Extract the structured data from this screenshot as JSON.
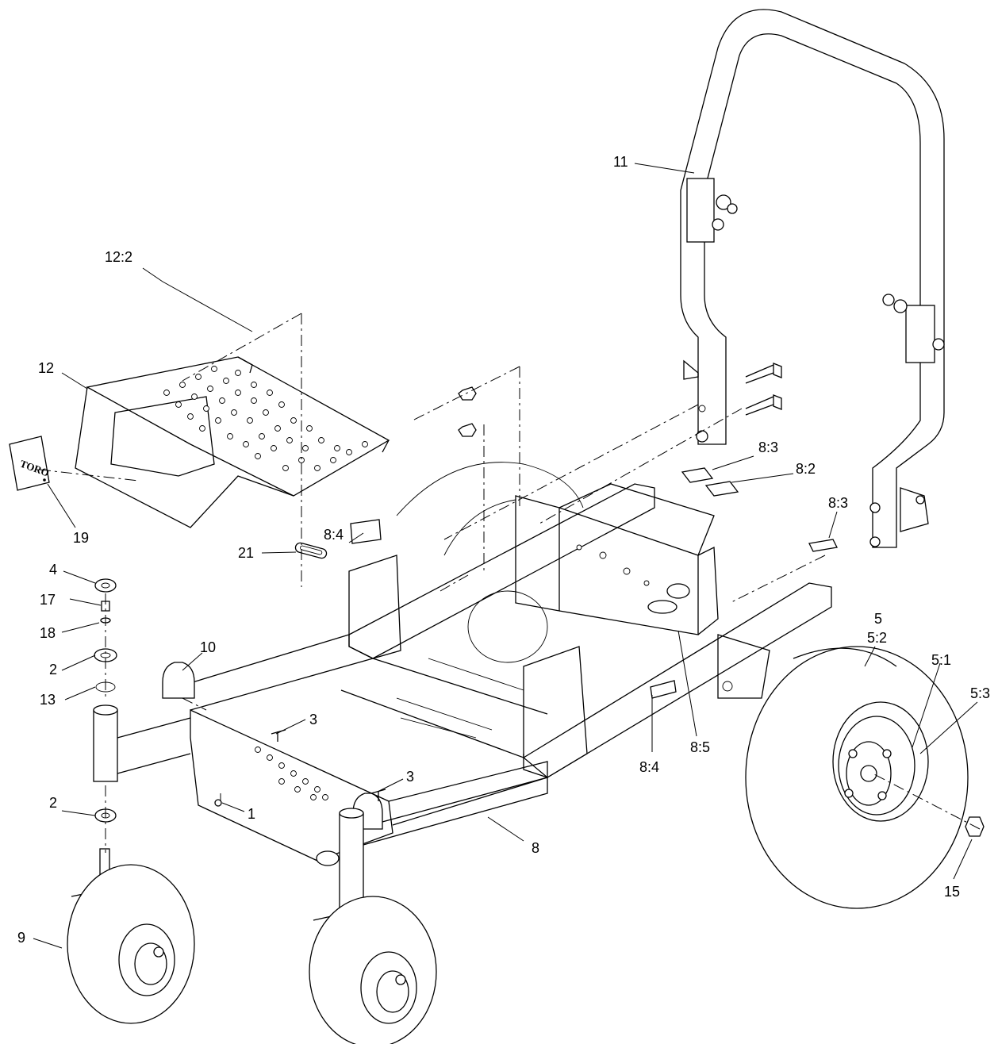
{
  "callouts": [
    {
      "id": "c-11",
      "text": "11"
    },
    {
      "id": "c-12-2",
      "text": "12:2"
    },
    {
      "id": "c-12",
      "text": "12"
    },
    {
      "id": "c-19",
      "text": "19"
    },
    {
      "id": "c-8-3a",
      "text": "8:3"
    },
    {
      "id": "c-8-2",
      "text": "8:2"
    },
    {
      "id": "c-8-3b",
      "text": "8:3"
    },
    {
      "id": "c-8-4a",
      "text": "8:4"
    },
    {
      "id": "c-21",
      "text": "21"
    },
    {
      "id": "c-4",
      "text": "4"
    },
    {
      "id": "c-17",
      "text": "17"
    },
    {
      "id": "c-18",
      "text": "18"
    },
    {
      "id": "c-2a",
      "text": "2"
    },
    {
      "id": "c-13",
      "text": "13"
    },
    {
      "id": "c-10",
      "text": "10"
    },
    {
      "id": "c-3a",
      "text": "3"
    },
    {
      "id": "c-3b",
      "text": "3"
    },
    {
      "id": "c-2b",
      "text": "2"
    },
    {
      "id": "c-1",
      "text": "1"
    },
    {
      "id": "c-8",
      "text": "8"
    },
    {
      "id": "c-8-4b",
      "text": "8:4"
    },
    {
      "id": "c-8-5",
      "text": "8:5"
    },
    {
      "id": "c-5",
      "text": "5"
    },
    {
      "id": "c-5-2",
      "text": "5:2"
    },
    {
      "id": "c-5-1",
      "text": "5:1"
    },
    {
      "id": "c-5-3",
      "text": "5:3"
    },
    {
      "id": "c-15",
      "text": "15"
    },
    {
      "id": "c-9",
      "text": "9"
    }
  ],
  "logo_text": "TORO"
}
